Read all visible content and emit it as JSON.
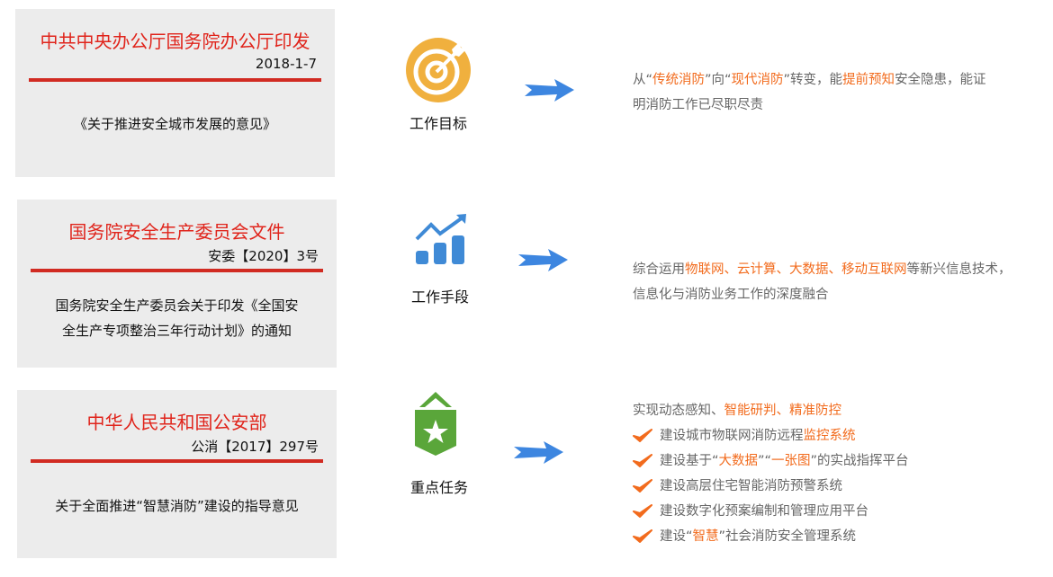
{
  "documents": [
    {
      "title": "中共中央办公厅国务院办公厅印发",
      "sub": "2018-1-7",
      "body": [
        "《关于推进安全城市发展的意见》"
      ]
    },
    {
      "title": "国务院安全生产委员会文件",
      "sub": "安委【2020】3号",
      "body": [
        "国务院安全生产委员会关于印发《全国安",
        "全生产专项整治三年行动计划》的通知"
      ]
    },
    {
      "title": "中华人民共和国公安部",
      "sub": "公消【2017】297号",
      "body": [
        "关于全面推进“智慧消防”建设的指导意见"
      ]
    }
  ],
  "stages": [
    {
      "label": "工作目标",
      "icon": "target-icon"
    },
    {
      "label": "工作手段",
      "icon": "growth-chart-icon"
    },
    {
      "label": "重点任务",
      "icon": "star-badge-icon"
    }
  ],
  "colors": {
    "highlight": "#f26b1d",
    "title_red": "#e0241b",
    "arrow_blue": "#3d86e0"
  },
  "descriptions": [
    {
      "lines": [
        {
          "check": false,
          "segs": [
            {
              "t": "从“"
            },
            {
              "t": "传统消防",
              "hl": true
            },
            {
              "t": "”向“"
            },
            {
              "t": "现代消防",
              "hl": true
            },
            {
              "t": "”转变，能"
            },
            {
              "t": "提前预知",
              "hl": true
            },
            {
              "t": "安全隐患，能证"
            }
          ]
        },
        {
          "check": false,
          "segs": [
            {
              "t": "明消防工作已尽职尽责"
            }
          ]
        }
      ]
    },
    {
      "lines": [
        {
          "check": false,
          "segs": [
            {
              "t": "综合运用"
            },
            {
              "t": "物联网、云计算、大数据、移动互联网",
              "hl": true
            },
            {
              "t": "等新兴信息技术，"
            }
          ]
        },
        {
          "check": false,
          "segs": [
            {
              "t": "信息化与消防业务工作的深度融合"
            }
          ]
        }
      ]
    },
    {
      "lines": [
        {
          "check": false,
          "segs": [
            {
              "t": "实现动态感知、"
            },
            {
              "t": "智能研判、精准防控",
              "hl": true
            }
          ]
        },
        {
          "check": true,
          "segs": [
            {
              "t": "建设城市物联网消防远程"
            },
            {
              "t": "监控系统",
              "hl": true
            }
          ]
        },
        {
          "check": true,
          "segs": [
            {
              "t": "建设基于“"
            },
            {
              "t": "大数据",
              "hl": true
            },
            {
              "t": "”“"
            },
            {
              "t": "一张图",
              "hl": true
            },
            {
              "t": "”的实战指挥平台"
            }
          ]
        },
        {
          "check": true,
          "segs": [
            {
              "t": "建设高层住宅智能消防预警系统"
            }
          ]
        },
        {
          "check": true,
          "segs": [
            {
              "t": "建设数字化预案编制和管理应用平台"
            }
          ]
        },
        {
          "check": true,
          "segs": [
            {
              "t": "建设“"
            },
            {
              "t": "智慧",
              "hl": true
            },
            {
              "t": "”社会消防安全管理系统"
            }
          ]
        }
      ]
    }
  ]
}
